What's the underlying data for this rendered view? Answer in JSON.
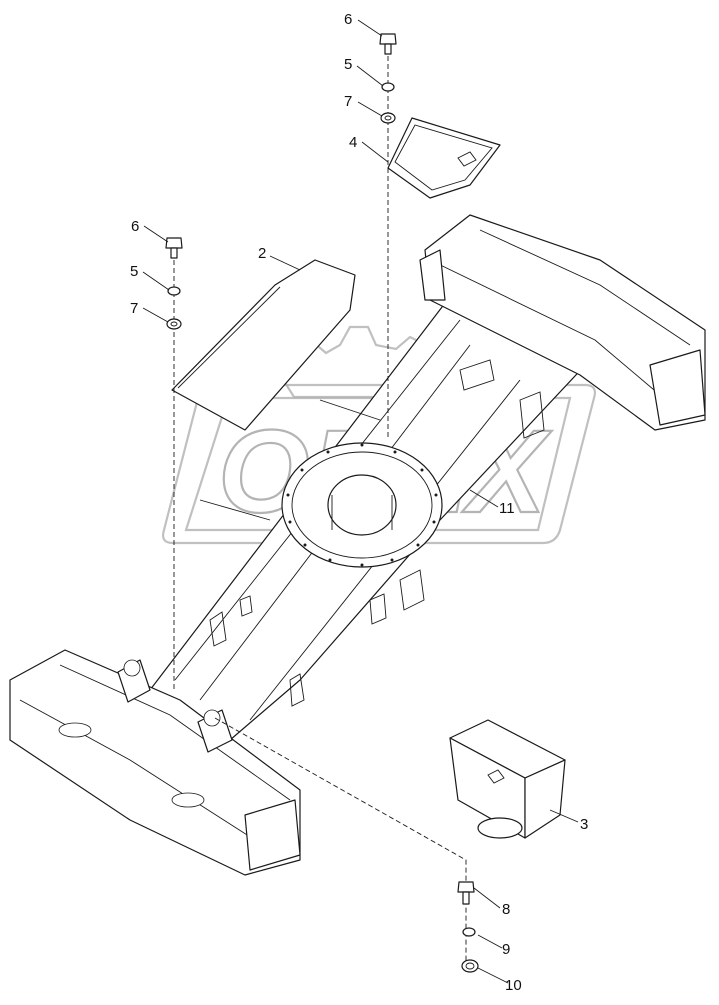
{
  "diagram": {
    "callouts": [
      {
        "id": "c-6a",
        "label": "6"
      },
      {
        "id": "c-5a",
        "label": "5"
      },
      {
        "id": "c-7a",
        "label": "7"
      },
      {
        "id": "c-4",
        "label": "4"
      },
      {
        "id": "c-6b",
        "label": "6"
      },
      {
        "id": "c-5b",
        "label": "5"
      },
      {
        "id": "c-7b",
        "label": "7"
      },
      {
        "id": "c-2",
        "label": "2"
      },
      {
        "id": "c-11",
        "label": "11"
      },
      {
        "id": "c-3",
        "label": "3"
      },
      {
        "id": "c-8",
        "label": "8"
      },
      {
        "id": "c-9",
        "label": "9"
      },
      {
        "id": "c-10",
        "label": "10"
      }
    ],
    "watermark": "OPEX"
  }
}
